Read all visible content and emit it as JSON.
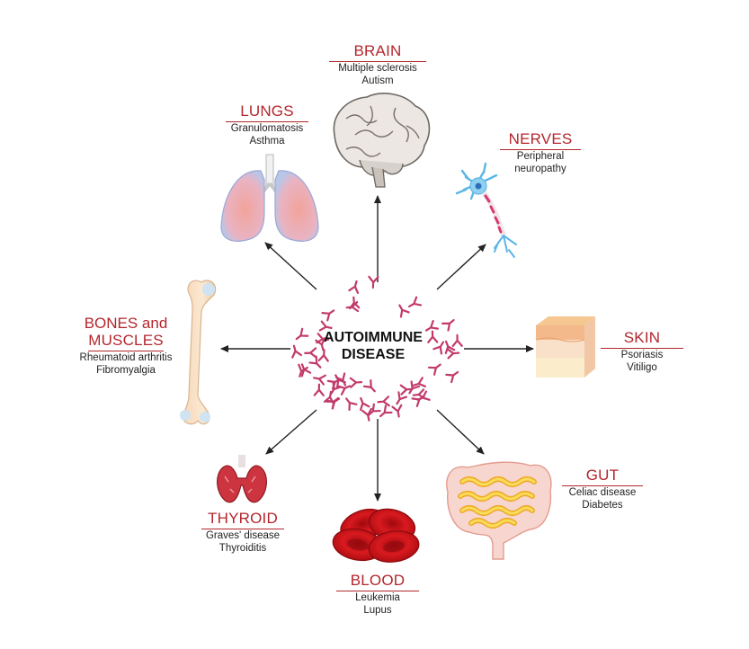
{
  "center": {
    "line1": "AUTOIMMUNE",
    "line2": "DISEASE"
  },
  "organs": [
    {
      "key": "brain",
      "title": "BRAIN",
      "diseases": [
        "Multiple sclerosis",
        "Autism"
      ],
      "icon": "brain-icon"
    },
    {
      "key": "lungs",
      "title": "LUNGS",
      "diseases": [
        "Granulomatosis",
        "Asthma"
      ],
      "icon": "lungs-icon"
    },
    {
      "key": "nerves",
      "title": "NERVES",
      "diseases": [
        "Peripheral",
        "neuropathy"
      ],
      "icon": "neuron-icon"
    },
    {
      "key": "bones",
      "title": "BONES and",
      "title2": "MUSCLES",
      "diseases": [
        "Rheumatoid arthritis",
        "Fibromyalgia"
      ],
      "icon": "bone-icon"
    },
    {
      "key": "skin",
      "title": "SKIN",
      "diseases": [
        "Psoriasis",
        "Vitiligo"
      ],
      "icon": "skin-layers-icon"
    },
    {
      "key": "thyroid",
      "title": "THYROID",
      "diseases": [
        "Graves' disease",
        "Thyroiditis"
      ],
      "icon": "thyroid-icon"
    },
    {
      "key": "gut",
      "title": "GUT",
      "diseases": [
        "Celiac disease",
        "Diabetes"
      ],
      "icon": "intestine-icon"
    },
    {
      "key": "blood",
      "title": "BLOOD",
      "diseases": [
        "Leukemia",
        "Lupus"
      ],
      "icon": "red-blood-cells-icon"
    }
  ],
  "colors": {
    "title_red": "#b3262c",
    "antibody": "#c23a6b",
    "arrow": "#222222"
  }
}
